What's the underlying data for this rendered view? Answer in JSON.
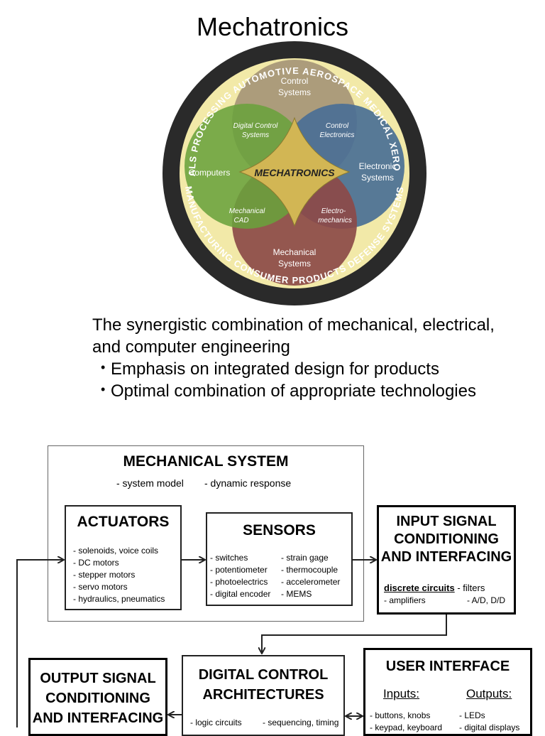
{
  "title": "Mechatronics",
  "venn": {
    "ring": {
      "top": [
        "AUTOMOTIVE",
        "AEROSPACE",
        "MEDICAL"
      ],
      "right": [
        "XEROGRAPHY",
        "DEFENSE SYSTEMS"
      ],
      "bottom": "CONSUMER PRODUCTS",
      "left": [
        "MANUFACTURING",
        "MATERIALS PROCESSING"
      ]
    },
    "circles": {
      "control": [
        "Control",
        "Systems"
      ],
      "electronic": [
        "Electronic",
        "Systems"
      ],
      "mechanical": [
        "Mechanical",
        "Systems"
      ],
      "computers": "Computers"
    },
    "overlaps": {
      "digital_control": [
        "Digital Control",
        "Systems"
      ],
      "control_electronics": [
        "Control",
        "Electronics"
      ],
      "mechanical_cad": [
        "Mechanical",
        "CAD"
      ],
      "electromechanics": [
        "Electro-",
        "mechanics"
      ]
    },
    "center": "MECHATRONICS",
    "colors": {
      "control": "#a89878",
      "electronic": "#4a6f95",
      "mechanical": "#8c4a48",
      "computers": "#6aa23c",
      "center": "#d2b654",
      "ring": "#2a2a2a",
      "disk": "#f2e9a8"
    }
  },
  "description": {
    "line1": "The synergistic combination of mechanical, electrical,",
    "line2": "and computer engineering",
    "bullets": [
      "Emphasis on integrated design for products",
      "Optimal combination of appropriate technologies"
    ]
  },
  "diagram": {
    "mechanical_system": {
      "title": "MECHANICAL SYSTEM",
      "sub1": "- system model",
      "sub2": "- dynamic response"
    },
    "actuators": {
      "title": "ACTUATORS",
      "items": [
        "- solenoids, voice coils",
        "- DC motors",
        "- stepper motors",
        "- servo motors",
        "- hydraulics, pneumatics"
      ]
    },
    "sensors": {
      "title": "SENSORS",
      "col1": [
        "- switches",
        "- potentiometer",
        "- photoelectrics",
        "- digital encoder"
      ],
      "col2": [
        "- strain gage",
        "- thermocouple",
        "- accelerometer",
        "- MEMS"
      ]
    },
    "input_signal": {
      "title": [
        "INPUT SIGNAL",
        "CONDITIONING",
        "AND INTERFACING"
      ],
      "sub_bold": "discrete circuits",
      "sub_rest": " - filters",
      "sub2_left": "- amplifiers",
      "sub2_right": "- A/D, D/D"
    },
    "output_signal": {
      "title": [
        "OUTPUT SIGNAL",
        "CONDITIONING",
        "AND INTERFACING"
      ]
    },
    "digital_control": {
      "title": [
        "DIGITAL CONTROL",
        "ARCHITECTURES"
      ],
      "item1": "- logic circuits",
      "item2": "- sequencing, timing"
    },
    "user_interface": {
      "title": "USER INTERFACE",
      "inputs_label": "Inputs:",
      "outputs_label": "Outputs:",
      "inputs": [
        "- buttons, knobs",
        "- keypad, keyboard"
      ],
      "outputs": [
        "- LEDs",
        "- digital displays"
      ]
    }
  }
}
